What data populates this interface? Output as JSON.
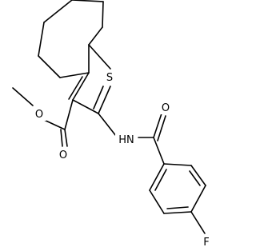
{
  "atom_labels": {
    "sulfur": "S",
    "carbonyl_oxygen_ester": "O",
    "ester_oxygen": "O",
    "nitrogen": "HN",
    "carbonyl_oxygen_amide": "O",
    "fluorine": "F"
  }
}
